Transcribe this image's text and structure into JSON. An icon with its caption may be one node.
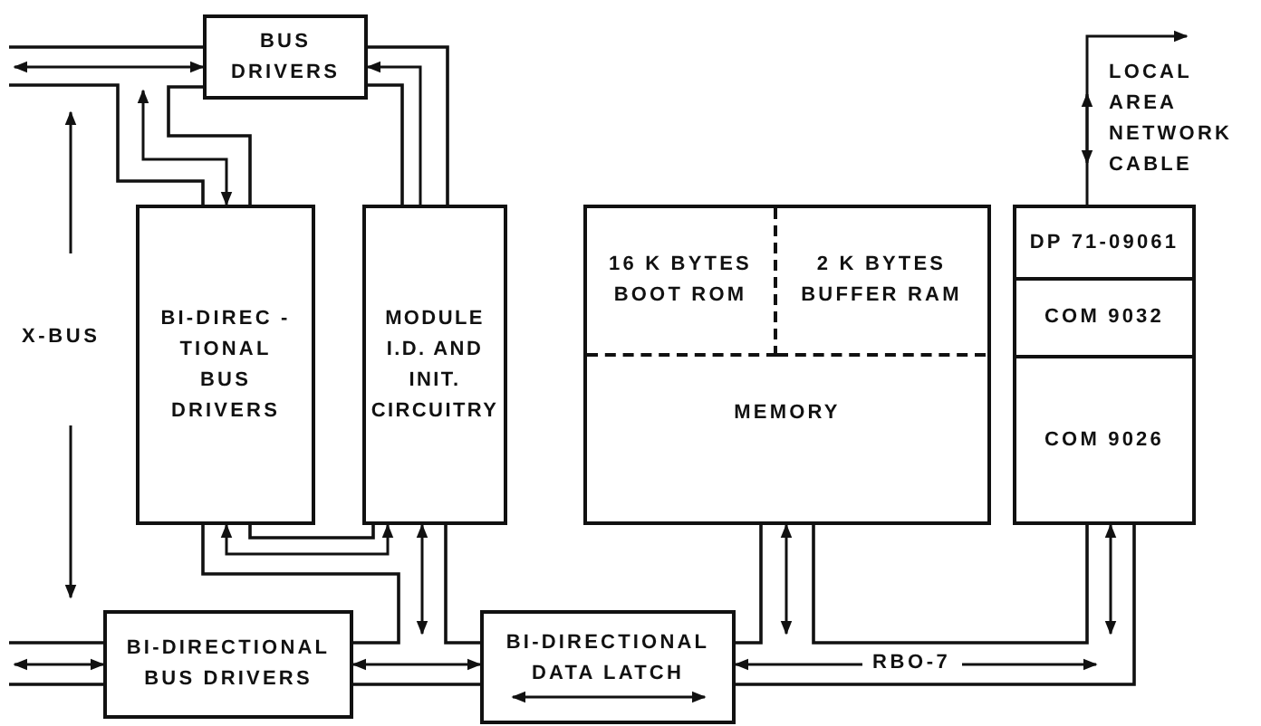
{
  "diagram": {
    "nodes": [
      {
        "text": [
          "BUS DRIVERS"
        ]
      },
      {
        "text": [
          "BI-DIREC - TIONAL BUS DRIVERS"
        ]
      },
      {
        "text": [
          "MODULE I.D. AND INIT. CIRCUITRY"
        ]
      },
      {
        "text": [
          "MEMORY"
        ]
      },
      {
        "text": [
          "16 K BYTES BOOT ROM"
        ],
        "in": 3
      },
      {
        "text": [
          "2 K BYTES BUFFER RAM"
        ],
        "in": 3
      },
      {
        "text": [
          "DP 71-09061"
        ]
      },
      {
        "text": [
          "COM 9032"
        ]
      },
      {
        "text": [
          "COM 9026"
        ]
      },
      {
        "text": [
          "BI-DIRECTIONAL BUS DRIVERS"
        ]
      },
      {
        "text": [
          "BI-DIRECTIONAL DATA LATCH"
        ]
      },
      {
        "text": [
          "LOCAL AREA NETWORK CABLE"
        ]
      }
    ],
    "edges": [
      {
        "from": null,
        "to": 0,
        "arrow": "both"
      },
      {
        "from": null,
        "to": 1,
        "arrow": "both"
      },
      {
        "from": 2,
        "to": 0,
        "arrow": "to"
      },
      {
        "from": 1,
        "to": 2,
        "arrow": "both"
      },
      {
        "from": 2,
        "to": null,
        "arrow": "both"
      },
      {
        "from": 9,
        "to": 10,
        "arrow": "both"
      },
      {
        "from": null,
        "to": 9,
        "arrow": "both"
      },
      {
        "from": 3,
        "to": null,
        "arrow": "both"
      },
      {
        "from": 10,
        "to": null,
        "arrow": "both",
        "label": "RBO-7"
      },
      {
        "from": 8,
        "to": null,
        "arrow": "both"
      },
      {
        "from": 6,
        "to": 11,
        "arrow": "to"
      }
    ],
    "labels": [
      "X-BUS"
    ]
  }
}
